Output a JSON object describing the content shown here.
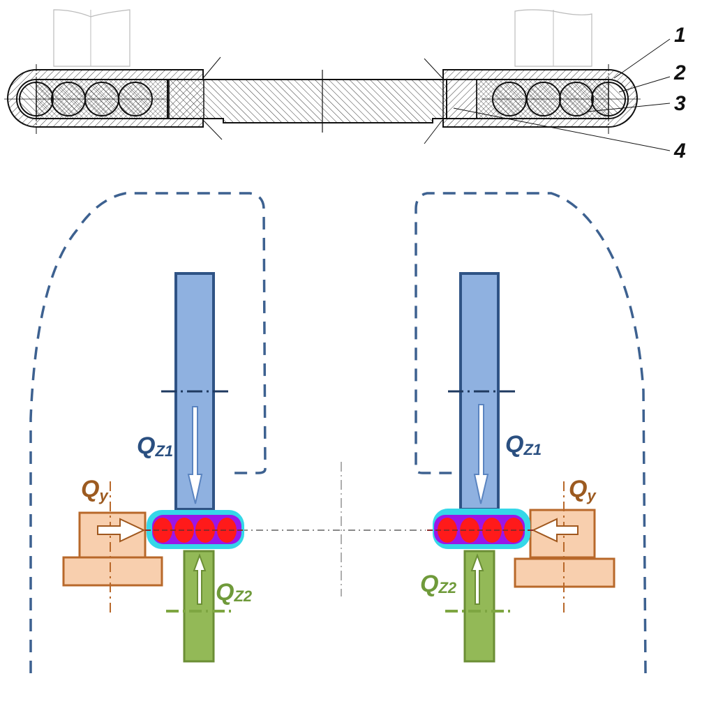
{
  "figure": {
    "type": "engineering-diagram",
    "top_section": {
      "description": "Cross-section of belt with embedded cords",
      "callouts": [
        {
          "id": "callout-1",
          "label": "1"
        },
        {
          "id": "callout-2",
          "label": "2"
        },
        {
          "id": "callout-3",
          "label": "3"
        },
        {
          "id": "callout-4",
          "label": "4"
        }
      ],
      "cords_per_side": 4
    },
    "bottom_section": {
      "description": "Force scheme",
      "left": {
        "qz1": {
          "main": "Q",
          "sub": "Z1"
        },
        "qy": {
          "main": "Q",
          "sub": "y"
        },
        "qz2": {
          "main": "Q",
          "sub": "Z2"
        }
      },
      "right": {
        "qz1": {
          "main": "Q",
          "sub": "Z1"
        },
        "qy": {
          "main": "Q",
          "sub": "y"
        },
        "qz2": {
          "main": "Q",
          "sub": "Z2"
        }
      },
      "cords_per_side": 4
    },
    "colors": {
      "outline_dashed": "#3d6190",
      "upper_roll_fill": "#8fb1e0",
      "upper_roll_stroke": "#2f5385",
      "lower_roll_fill": "#93b957",
      "lower_roll_stroke": "#6b8e35",
      "guide_fill": "#f8cfae",
      "guide_stroke": "#b8682a",
      "belt_outer": "#35d7e8",
      "belt_inner": "#9a16e8",
      "cord": "#ff1a1a",
      "qz1_text": "#2a4f80",
      "qy_text": "#9c5a20",
      "qz2_text": "#6f9a3a"
    }
  }
}
